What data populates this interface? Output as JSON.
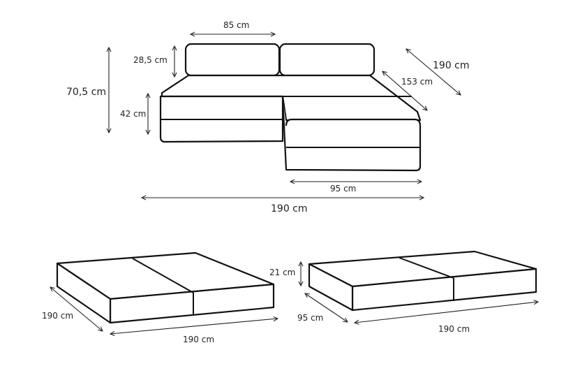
{
  "diagram": {
    "sofa_view": {
      "labels": {
        "back_cushion_width": "85 cm",
        "back_cushion_height": "28,5 cm",
        "total_height": "70,5 cm",
        "seat_height": "42 cm",
        "chaise_length_outer": "190 cm",
        "chaise_length_inner": "153 cm",
        "chaise_width": "95 cm",
        "total_width": "190 cm"
      }
    },
    "bed_view_large": {
      "labels": {
        "depth": "190 cm",
        "width": "190 cm"
      }
    },
    "bed_view_small": {
      "labels": {
        "height": "21 cm",
        "depth": "95 cm",
        "width": "190 cm"
      }
    },
    "colors": {
      "line": "#111111",
      "background": "#ffffff"
    }
  }
}
